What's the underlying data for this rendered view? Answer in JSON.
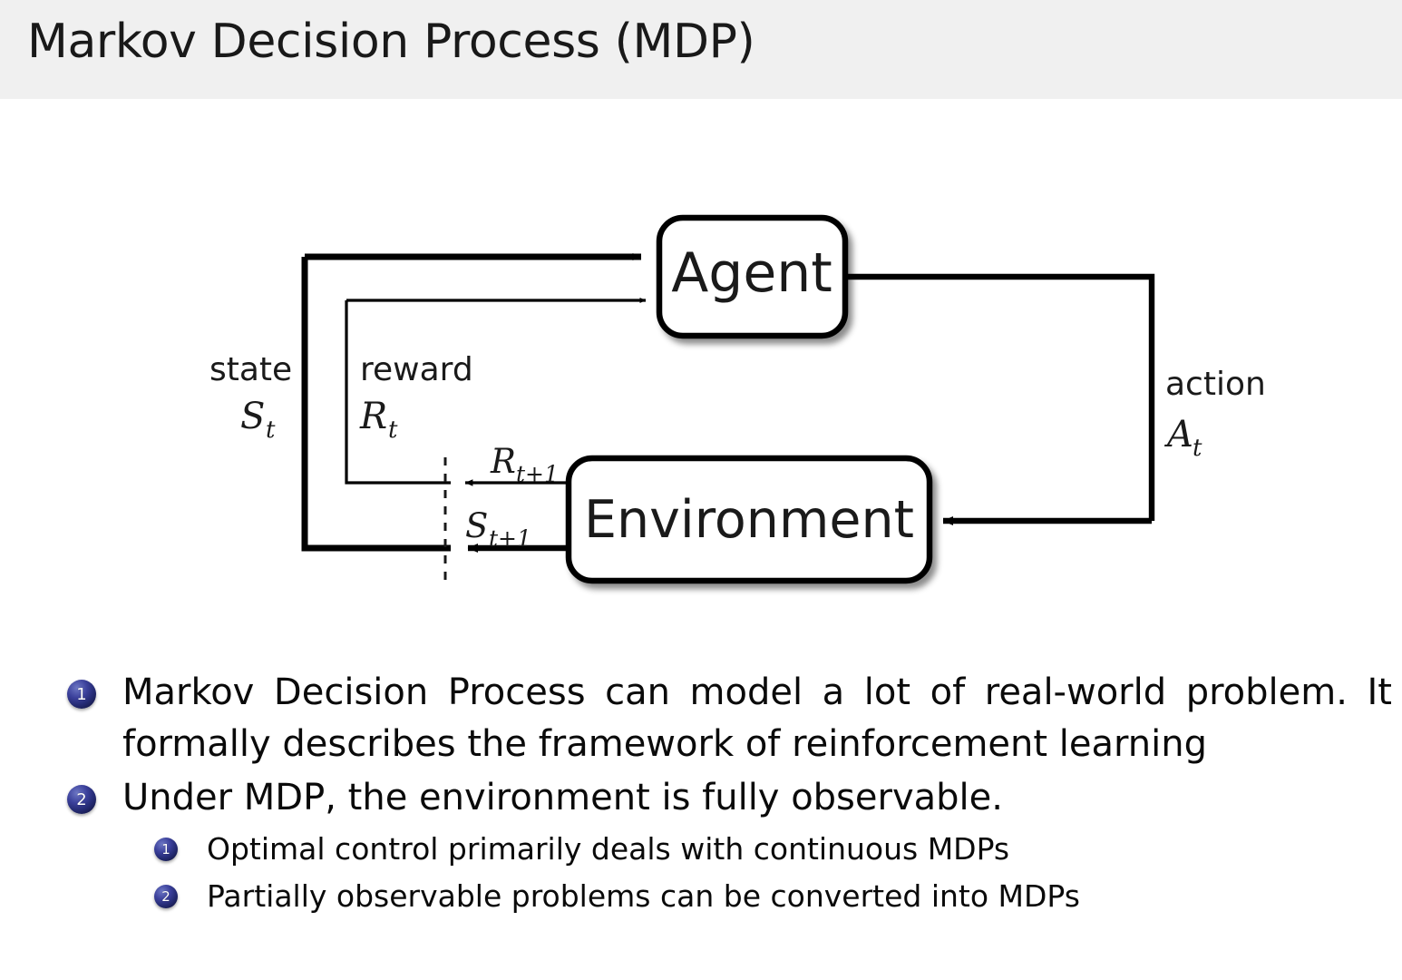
{
  "slide": {
    "title": "Markov Decision Process (MDP)"
  },
  "diagram": {
    "name": "agent-environment-interaction-loop",
    "nodes": {
      "agent": "Agent",
      "environment": "Environment"
    },
    "edge_labels": {
      "state_word": "state",
      "state_symbol": "S",
      "state_symbol_sub": "t",
      "reward_word": "reward",
      "reward_symbol": "R",
      "reward_symbol_sub": "t",
      "action_word": "action",
      "action_symbol": "A",
      "action_symbol_sub": "t",
      "reward_next": "R",
      "reward_next_sub": "t+1",
      "state_next": "S",
      "state_next_sub": "t+1"
    },
    "colors": {
      "stroke": "#000000",
      "node_fill": "#ffffff"
    }
  },
  "bullets": [
    {
      "number": "1",
      "text": "Markov Decision Process can model a lot of real-world problem. It formally describes the framework of reinforcement learning",
      "children": []
    },
    {
      "number": "2",
      "text": "Under MDP, the environment is fully observable.",
      "children": [
        {
          "number": "1",
          "text": "Optimal control primarily deals with continuous MDPs"
        },
        {
          "number": "2",
          "text": "Partially observable problems can be converted into MDPs"
        }
      ]
    }
  ],
  "theme": {
    "title_bar_bg": "#f0f0f0",
    "page_bg": "#ffffff",
    "text_color": "#0a0a0a",
    "bullet_badge_color": "#2a2f86"
  }
}
